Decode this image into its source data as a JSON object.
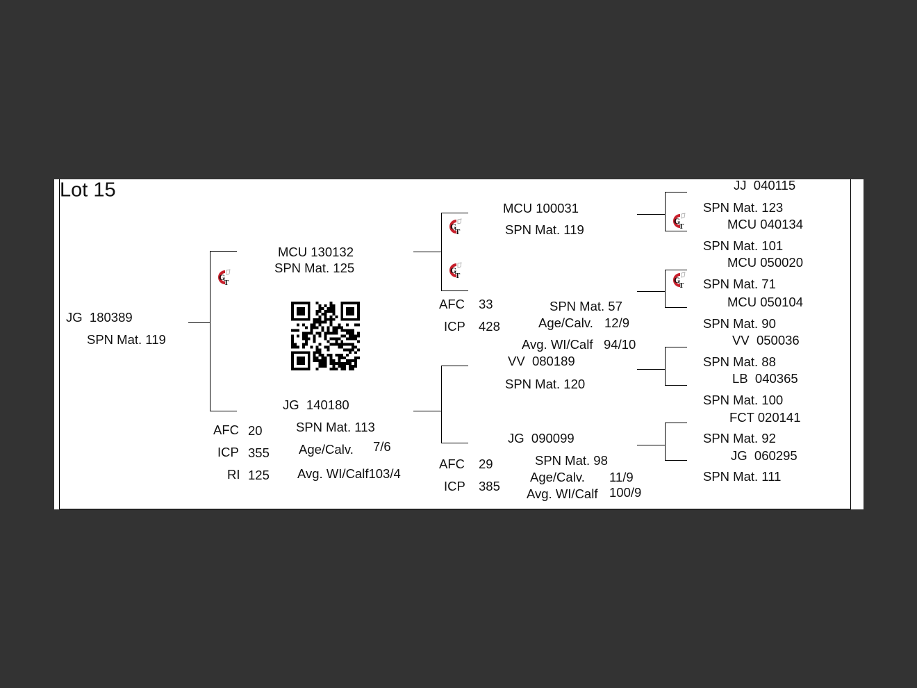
{
  "title": "Lot 15",
  "animal": {
    "id": "JG  180389",
    "spn": "SPN Mat. 119"
  },
  "sire": {
    "id": "MCU 130132",
    "spn": "SPN Mat. 125"
  },
  "dam": {
    "id": "JG  140180",
    "spn": "SPN Mat. 113",
    "age_label": "Age/Calv.",
    "age": "7/6",
    "avg": "Avg. WI/Calf103/4",
    "afc_label": "AFC",
    "afc": "20",
    "icp_label": "ICP",
    "icp": "355",
    "ri_label": "RI",
    "ri": "125"
  },
  "sire_sire": {
    "id": "MCU 100031",
    "spn": "SPN Mat. 119"
  },
  "sire_dam": {
    "spn": "SPN Mat. 57",
    "age_label": "Age/Calv.",
    "age": "12/9",
    "avg_label": "Avg. WI/Calf",
    "avg": "94/10",
    "afc_label": "AFC",
    "afc": "33",
    "icp_label": "ICP",
    "icp": "428"
  },
  "dam_sire": {
    "id": "VV  080189",
    "spn": "SPN Mat. 120"
  },
  "dam_dam": {
    "id": "JG  090099",
    "spn": "SPN Mat. 98",
    "age_label": "Age/Calv.",
    "age": "11/9",
    "avg_label": "Avg. WI/Calf",
    "avg": "100/9",
    "afc_label": "AFC",
    "afc": "29",
    "icp_label": "ICP",
    "icp": "385"
  },
  "ancestors": [
    {
      "id": "JJ  040115",
      "spn": "SPN Mat. 123"
    },
    {
      "id": "MCU 040134",
      "spn": "SPN Mat. 101"
    },
    {
      "id": "MCU 050020",
      "spn": "SPN Mat. 71"
    },
    {
      "id": "MCU 050104",
      "spn": "SPN Mat. 90"
    },
    {
      "id": "VV  050036",
      "spn": "SPN Mat. 88"
    },
    {
      "id": "LB  040365",
      "spn": "SPN Mat. 100"
    },
    {
      "id": "FCT 020141",
      "spn": "SPN Mat. 92"
    },
    {
      "id": "JG  060295",
      "spn": "SPN Mat. 111"
    }
  ],
  "logo_text": "GT",
  "colors": {
    "background": "#333333",
    "paper": "#ffffff",
    "logo_red": "#c8202c"
  }
}
